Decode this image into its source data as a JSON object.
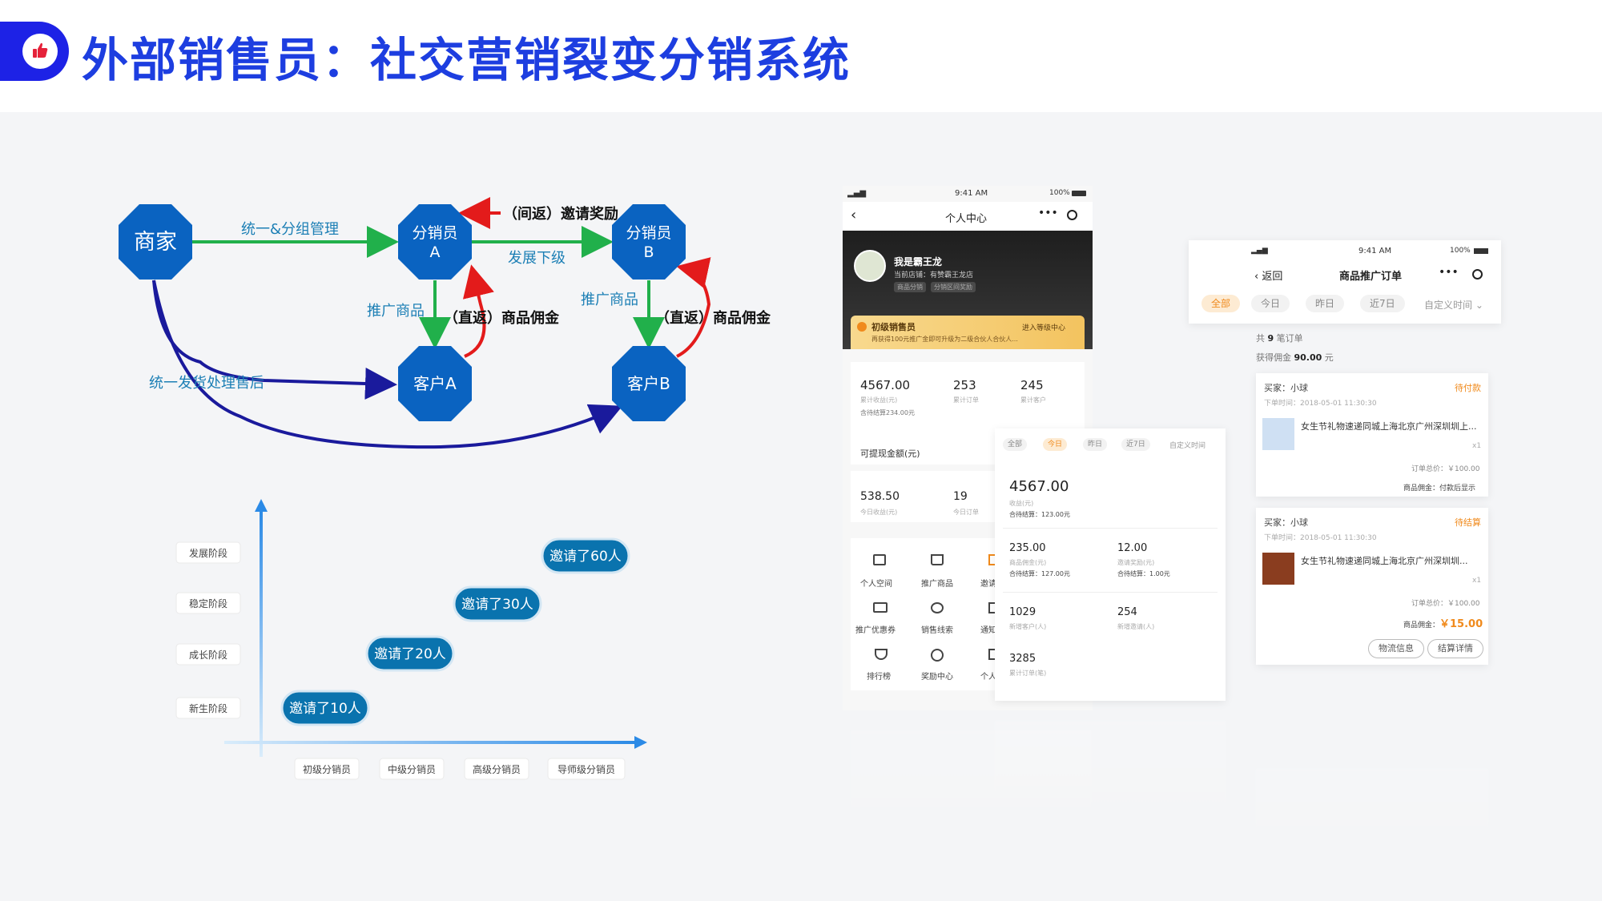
{
  "page": {
    "title": "外部销售员：社交营销裂变分销系统"
  },
  "flow": {
    "nodes": {
      "merchant": "商家",
      "dist_a": [
        "分销员",
        "A"
      ],
      "dist_b": [
        "分销员",
        "B"
      ],
      "cust_a": "客户A",
      "cust_b": "客户B"
    },
    "edges": {
      "manage": "统一&分组管理",
      "develop": "发展下级",
      "promote_a": "推广商品",
      "promote_b": "推广商品",
      "commission_a": "（直返）商品佣金",
      "commission_b": "（直返）商品佣金",
      "invite_reward": "（间返）邀请奖励",
      "shipping": "统一发货处理售后"
    }
  },
  "stage_chart": {
    "y_labels": [
      "发展阶段",
      "稳定阶段",
      "成长阶段",
      "新生阶段"
    ],
    "x_labels": [
      "初级分销员",
      "中级分销员",
      "高级分销员",
      "导师级分销员"
    ],
    "badges": [
      "邀请了10人",
      "邀请了20人",
      "邀请了30人",
      "邀请了60人"
    ]
  },
  "phone1": {
    "status": {
      "time": "9:41 AM",
      "battery": "100%"
    },
    "nav_title": "个人中心",
    "user": {
      "name": "我是霸王龙",
      "store": "当前店铺：有赞霸王龙店",
      "tags": [
        "商品分销",
        "分销区间奖励"
      ]
    },
    "level": {
      "name": "初级销售员",
      "link": "进入等级中心",
      "desc": "再获得100元推广金即可升级为二级合伙人合伙人..."
    },
    "stats": [
      {
        "value": "4567.00",
        "label": "累计收益(元)"
      },
      {
        "value": "253",
        "label": "累计订单"
      },
      {
        "value": "245",
        "label": "累计客户"
      }
    ],
    "pending": "含待结算234.00元",
    "withdraw_label": "可提现金额(元)",
    "today": [
      {
        "value": "538.50",
        "label": "今日收益(元)"
      },
      {
        "value": "19",
        "label": "今日订单"
      }
    ],
    "menu": [
      "个人空间",
      "推广商品",
      "邀请",
      "推广优惠券",
      "销售线索",
      "通知",
      "排行榜",
      "奖励中心",
      "个人"
    ]
  },
  "overlay": {
    "tabs": [
      "全部",
      "今日",
      "昨日",
      "近7日",
      "自定义时间"
    ],
    "income": {
      "value": "4567.00",
      "label": "收益(元)",
      "sub": "合待结算：123.00元"
    },
    "commission": {
      "value": "235.00",
      "label": "商品佣金(元)",
      "sub": "合待结算：127.00元"
    },
    "reward": {
      "value": "12.00",
      "label": "邀请奖励(元)",
      "sub": "合待结算：1.00元"
    },
    "new_customers": {
      "value": "1029",
      "label": "新增客户(人)"
    },
    "new_invites": {
      "value": "254",
      "label": "新增邀请(人)"
    },
    "orders": {
      "value": "3285",
      "label": "累计订单(笔)"
    }
  },
  "phone2": {
    "status": {
      "time": "9:41 AM",
      "battery": "100%"
    },
    "back": "返回",
    "nav_title": "商品推广订单",
    "tabs": [
      "全部",
      "今日",
      "昨日",
      "近7日",
      "自定义时间"
    ],
    "summary": {
      "count_prefix": "共",
      "count": "9",
      "count_suffix": "笔订单",
      "earned_prefix": "获得佣金",
      "earned": "90.00",
      "earned_suffix": "元"
    },
    "orders": [
      {
        "buyer": "买家：小球",
        "status": "待付款",
        "time": "下单时间：2018-05-01 11:30:30",
        "title": "女生节礼物速递同城上海北京广州深圳圳上...",
        "qty": "x1",
        "total": "订单总价：￥100.00",
        "commission_label": "商品佣金：",
        "commission": "付款后显示"
      },
      {
        "buyer": "买家：小球",
        "status": "待结算",
        "time": "下单时间：2018-05-01 11:30:30",
        "title": "女生节礼物速递同城上海北京广州深圳圳...",
        "qty": "x1",
        "total": "订单总价：￥100.00",
        "commission_label": "商品佣金：",
        "commission": "￥15.00",
        "buttons": [
          "物流信息",
          "结算详情"
        ]
      }
    ]
  }
}
